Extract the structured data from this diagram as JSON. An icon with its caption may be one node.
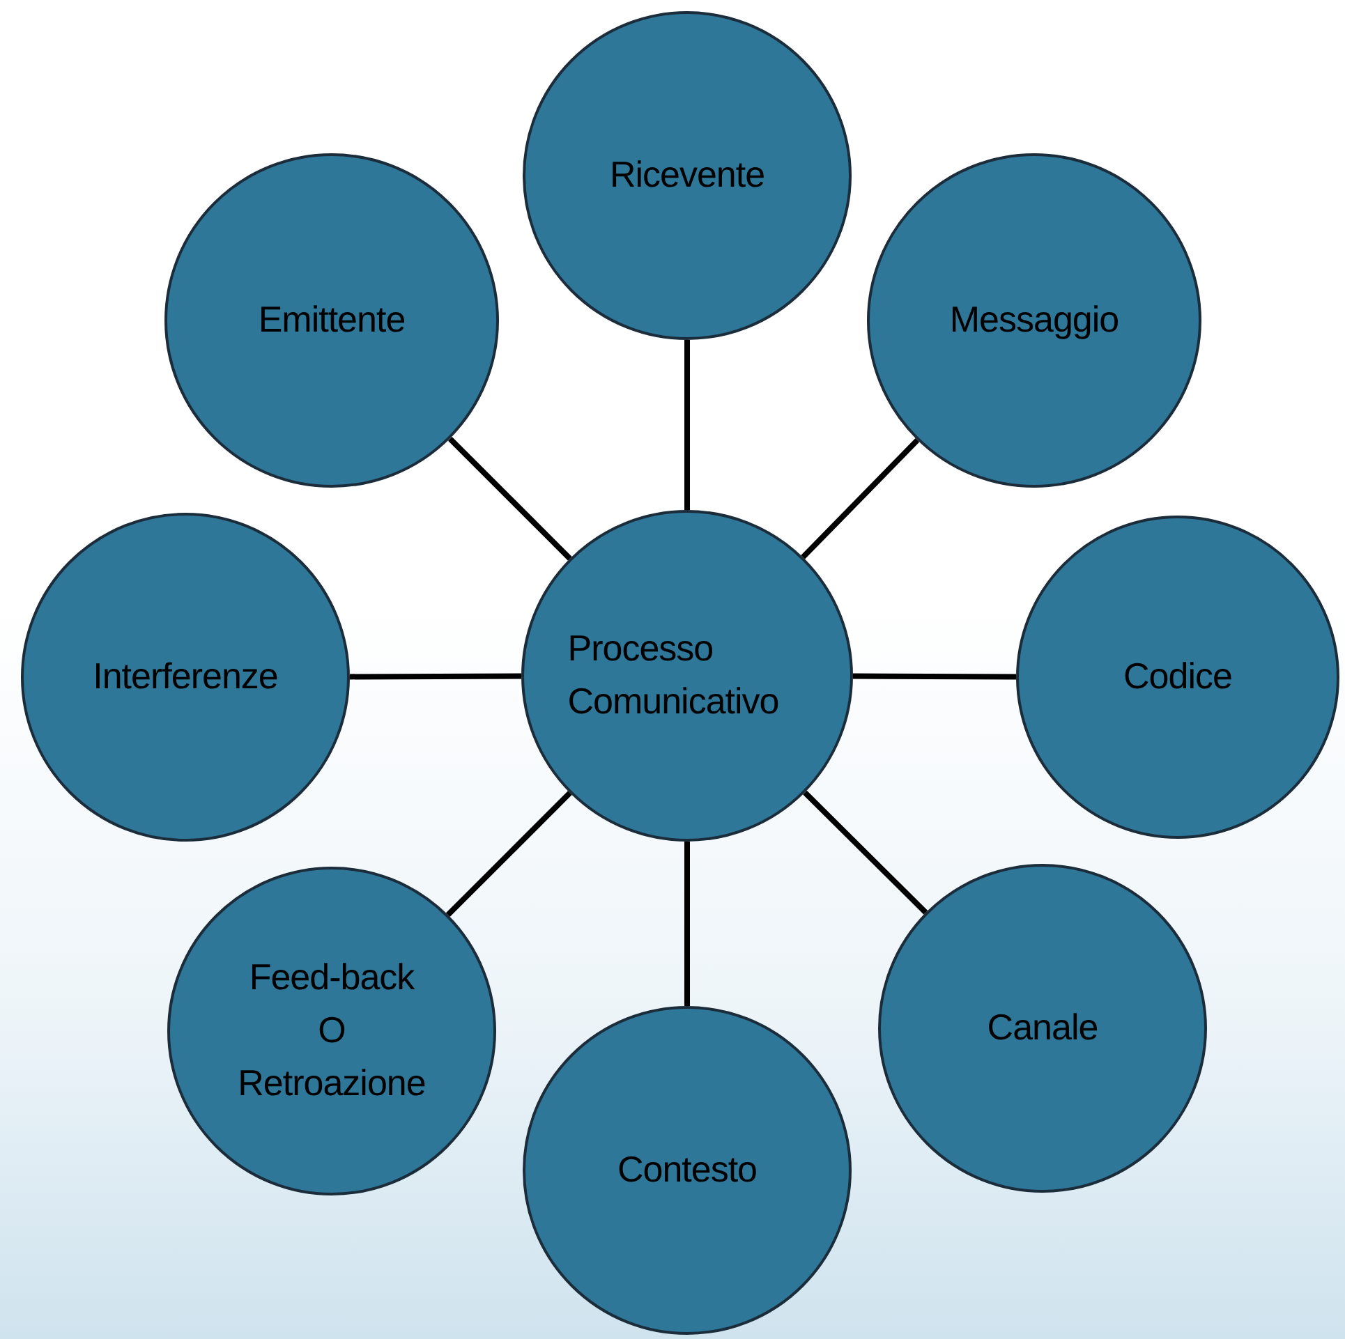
{
  "diagram": {
    "nodes": [
      {
        "text": [
          "Ricevente"
        ]
      },
      {
        "text": [
          "Emittente"
        ]
      },
      {
        "text": [
          "Messaggio"
        ]
      },
      {
        "text": [
          "Interferenze"
        ]
      },
      {
        "text": [
          "Processo Comunicativo"
        ]
      },
      {
        "text": [
          "Codice"
        ]
      },
      {
        "text": [
          "Feed-back O Retroazione"
        ]
      },
      {
        "text": [
          "Canale"
        ]
      },
      {
        "text": [
          "Contesto"
        ]
      }
    ],
    "edges": [
      {
        "from": 4,
        "to": 0,
        "arrow": "none"
      },
      {
        "from": 4,
        "to": 2,
        "arrow": "none"
      },
      {
        "from": 4,
        "to": 5,
        "arrow": "none"
      },
      {
        "from": 4,
        "to": 7,
        "arrow": "none"
      },
      {
        "from": 4,
        "to": 8,
        "arrow": "none"
      },
      {
        "from": 4,
        "to": 6,
        "arrow": "none"
      },
      {
        "from": 4,
        "to": 3,
        "arrow": "none"
      },
      {
        "from": 4,
        "to": 1,
        "arrow": "none"
      }
    ]
  }
}
